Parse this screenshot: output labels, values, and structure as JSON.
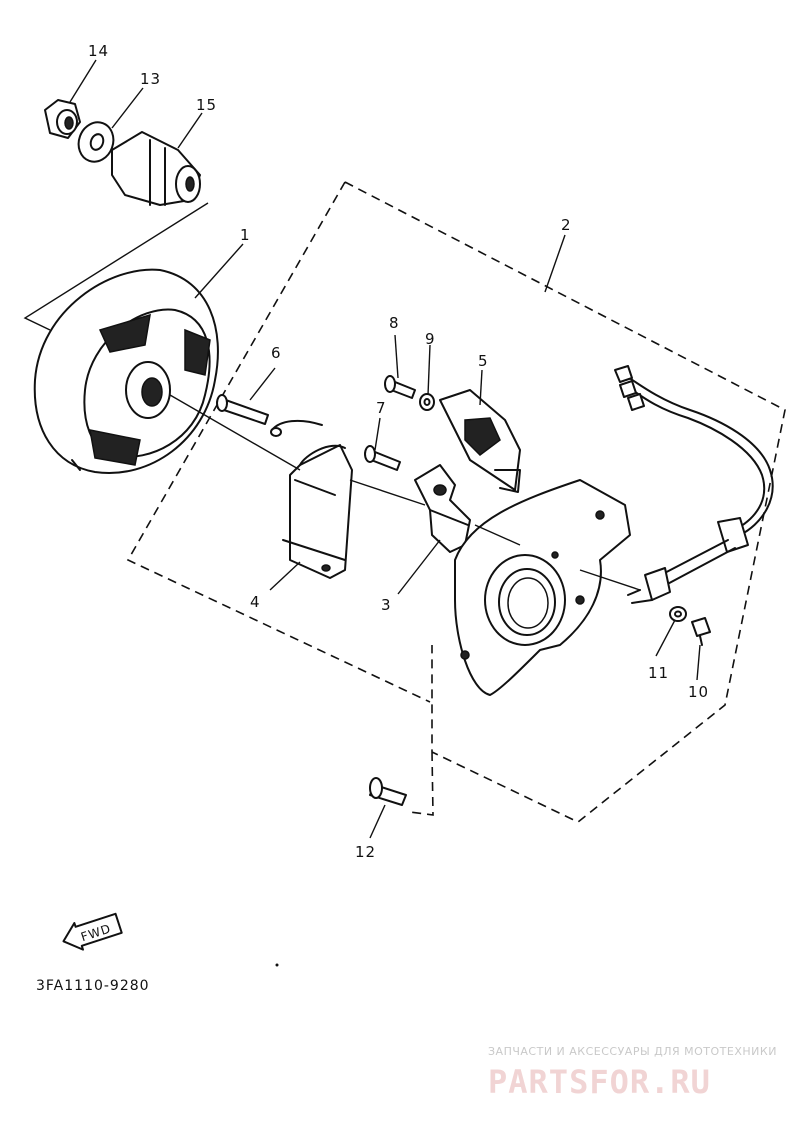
{
  "callouts": [
    "1",
    "2",
    "3",
    "4",
    "5",
    "6",
    "7",
    "8",
    "9",
    "10",
    "11",
    "12",
    "13",
    "14",
    "15"
  ],
  "part_code": "3FA1110-9280",
  "fwd_label": "FWD",
  "watermark": {
    "tagline": "ЗАПЧАСТИ И АКСЕССУАРЫ ДЛЯ МОТОТЕХНИКИ",
    "logo": "PARTSFOR.RU"
  },
  "colors": {
    "ink": "#111111",
    "watermark": "#f1d4d4"
  }
}
